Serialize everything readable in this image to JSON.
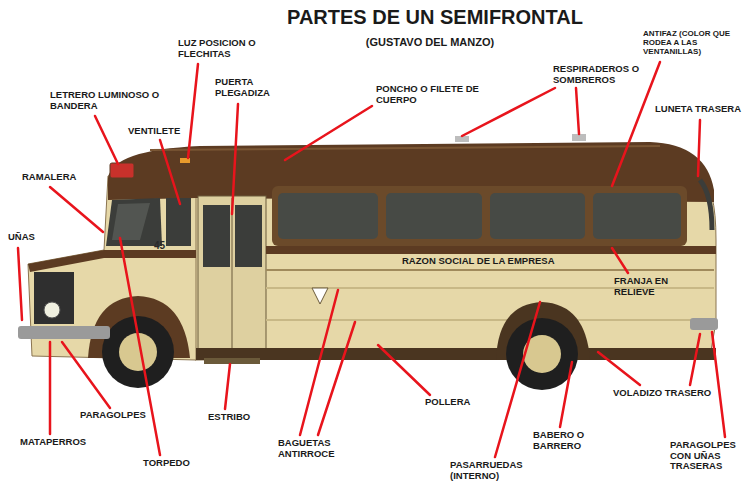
{
  "diagram": {
    "title": "PARTES DE UN SEMIFRONTAL",
    "labels": [
      "(GUSTAVO DEL MANZO)",
      "LUZ POSICION O FLECHITAS",
      "PUERTA PLEGADIZA",
      "PONCHO O FILETE DE CUERPO",
      "RESPIRADEROS O SOMBREROS",
      "ANTIFAZ (COLOR QUE RODEA A LAS VENTANILLAS)",
      "LETRERO LUMINOSO O BANDERA",
      "VENTILETE",
      "LUNETA TRASERA",
      "RAMALERA",
      "UÑAS",
      "45",
      "RAZON SOCIAL DE LA EMPRESA",
      "FRANJA EN RELIEVE",
      "VOLADIZO TRASERO",
      "POLLERA",
      "PARAGOLPES",
      "ESTRIBO",
      "MATAPERROS",
      "TORPEDO",
      "BAGUETAS ANTIRROCE",
      "BABERO O BARRERO",
      "PASARRUEDAS (INTERNO)",
      "PARAGOLPES CON UÑAS TRASERAS"
    ]
  }
}
